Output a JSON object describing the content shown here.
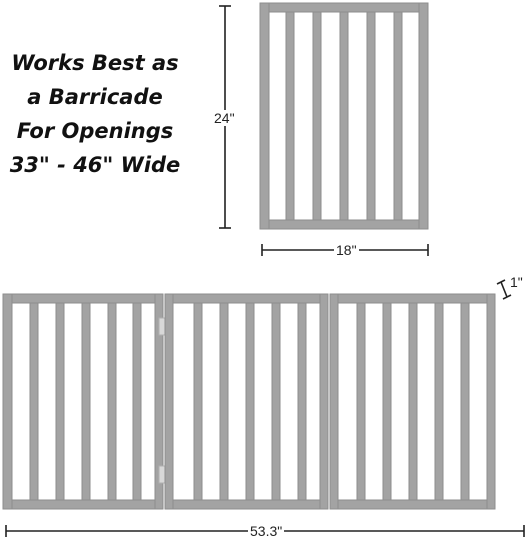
{
  "headline": {
    "lines": [
      "Works Best as",
      "a Barricade",
      "For Openings",
      "33\" - 46\" Wide"
    ]
  },
  "dimensions": {
    "panel_height": "24\"",
    "panel_width": "18\"",
    "depth": "1\"",
    "total_width": "53.3\""
  },
  "colors": {
    "frame": "#a3a3a3",
    "frame_edge": "#8e8e8e",
    "dimension_line": "#222222",
    "hinge": "#d8d8d8"
  }
}
